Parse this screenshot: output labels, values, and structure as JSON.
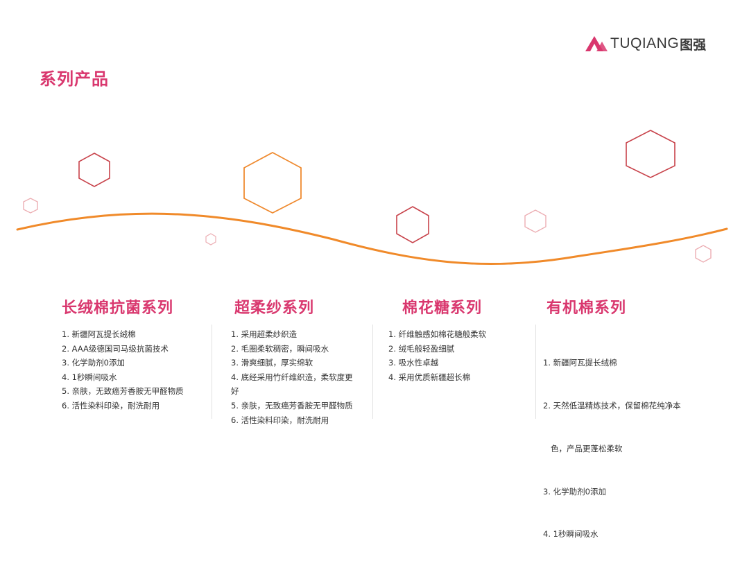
{
  "page_title": "系列产品",
  "brand": {
    "name": "TUQIANG",
    "name_cn": "图强",
    "color": "#d9376e"
  },
  "colors": {
    "accent": "#d9376e",
    "hexagon_red": "#c8434b",
    "hexagon_orange": "#ef8a2f",
    "hexagon_light": "#ecaeb3",
    "wave": "#f08a2a"
  },
  "series": [
    {
      "title": "长绒棉抗菌系列",
      "items": [
        "1. 新疆阿瓦提长绒棉",
        "2. AAA级德国司马级抗菌技术",
        "3. 化学助剂0添加",
        "4. 1秒瞬间吸水",
        "5. 亲肤，无致癌芳香胺无甲醛物质",
        "6. 活性染料印染，耐洗耐用"
      ]
    },
    {
      "title": "超柔纱系列",
      "items": [
        "1. 采用超柔纱织造",
        "2. 毛圈柔软稠密，瞬间吸水",
        "3. 滑爽细腻，厚实绵软",
        "4. 底经采用竹纤维织造，柔软度更好",
        "5. 亲肤，无致癌芳香胺无甲醛物质",
        "6. 活性染料印染，耐洗耐用"
      ]
    },
    {
      "title": "棉花糖系列",
      "items": [
        "1. 纤维触感如棉花糖般柔软",
        "2. 绒毛般轻盈细腻",
        "3. 吸水性卓越",
        "4. 采用优质新疆超长棉"
      ]
    },
    {
      "title": "有机棉系列",
      "items": [
        "1. 新疆阿瓦提长绒棉",
        "2. 天然低温精炼技术，保留棉花纯净本",
        "   色，产品更蓬松柔软",
        "3. 化学助剂0添加",
        "4. 1秒瞬间吸水"
      ]
    }
  ]
}
